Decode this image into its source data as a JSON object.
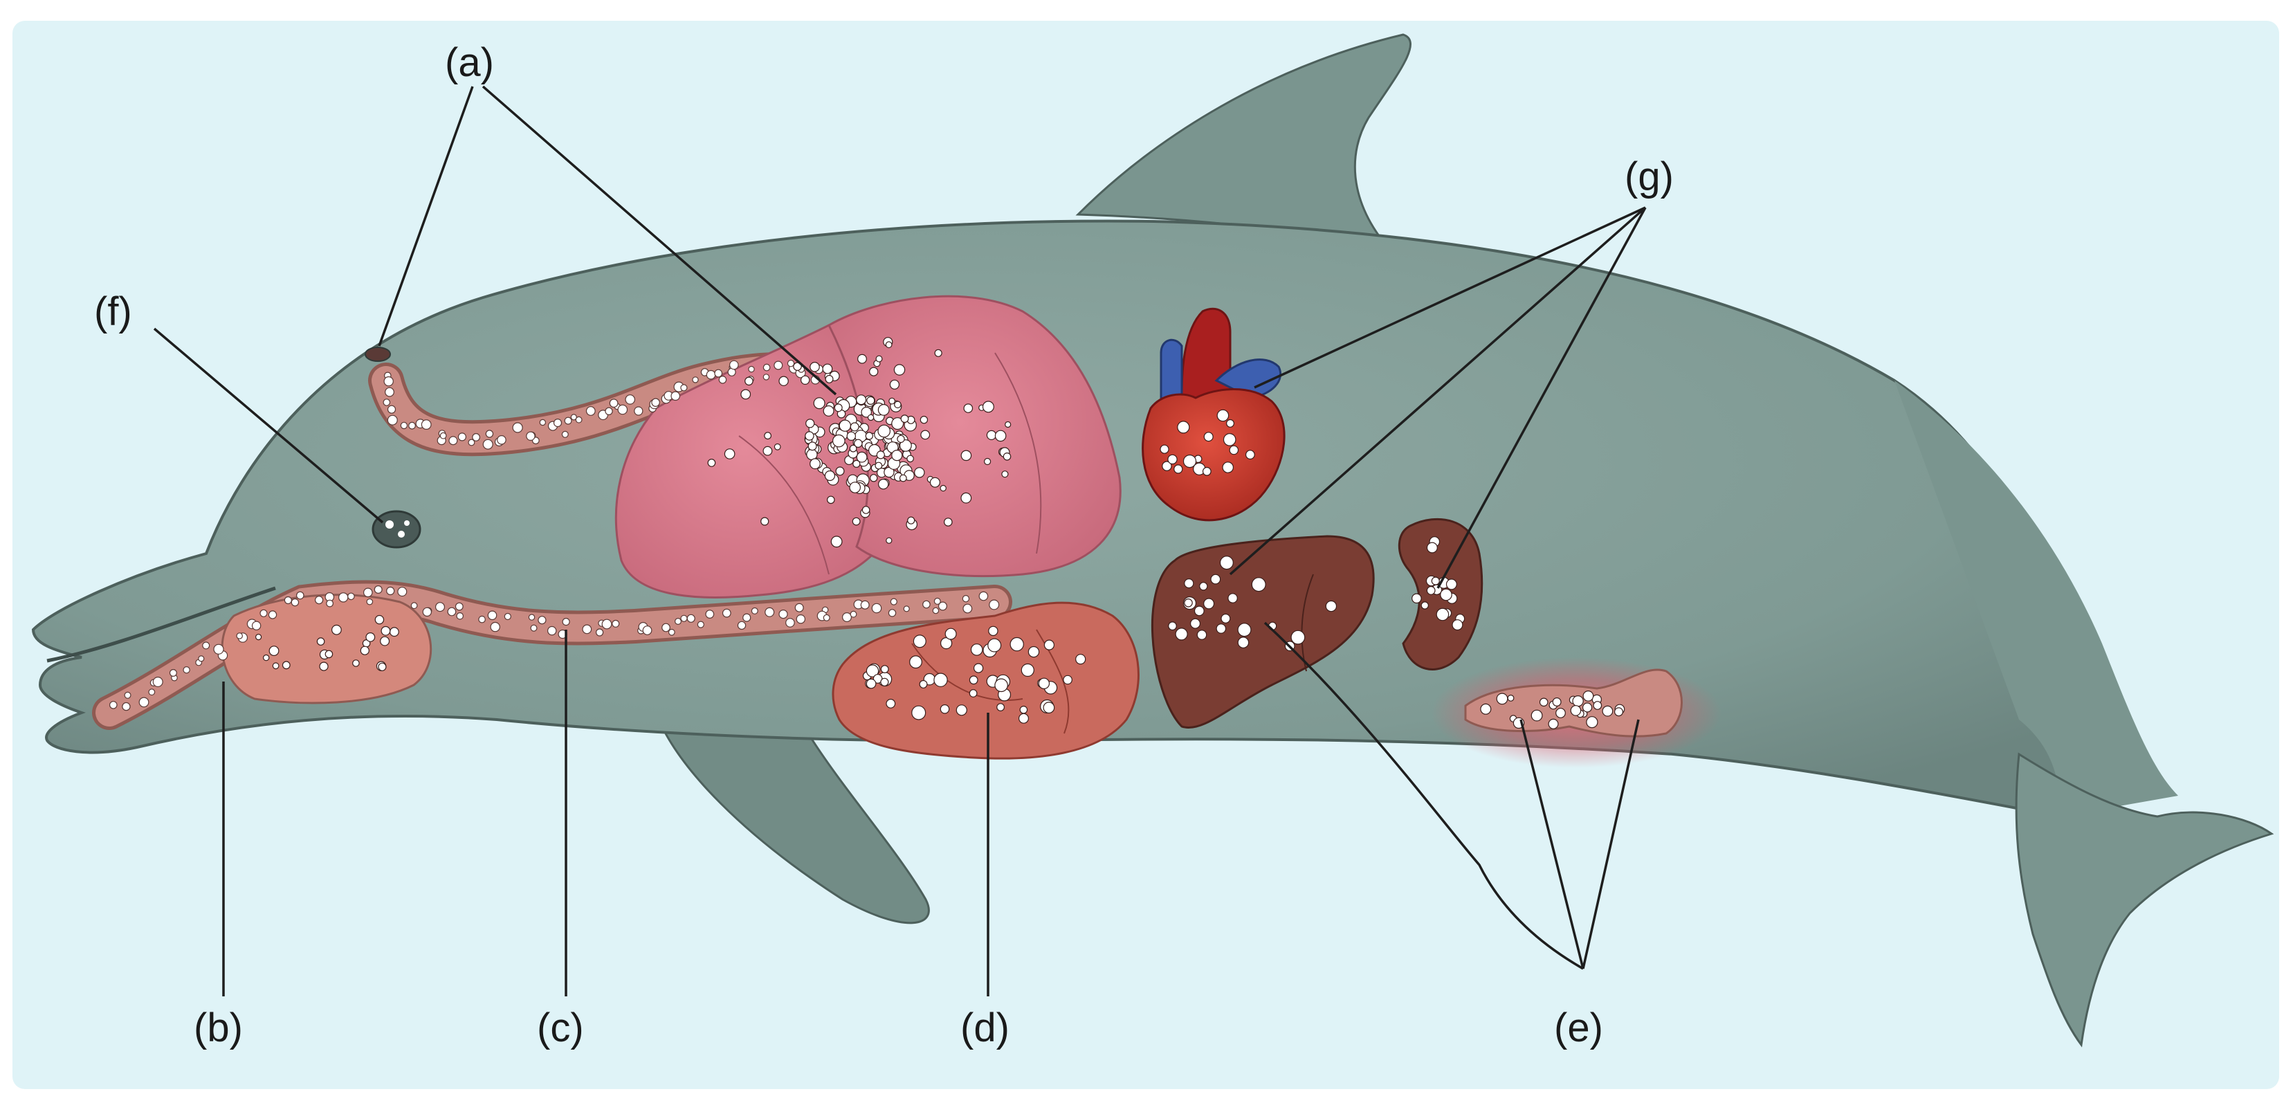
{
  "colors": {
    "background": "#dff3f7",
    "dolphin_body": "#7f9a94",
    "dolphin_belly": "#95aca6",
    "dolphin_outline": "#4d605c",
    "lung": "#d97a8c",
    "heart": "#c83a2e",
    "heart_vessel_red": "#a91f1f",
    "heart_vessel_blue": "#3d5fb0",
    "liver": "#7a3d33",
    "kidney": "#7a3d33",
    "stomach": "#c96a5e",
    "tract": "#c98a82",
    "tract_wall": "#8f5a52",
    "inflamed_glow": "#e05a6a",
    "bead": "#ffffff",
    "label_text": "#1a1a1a",
    "leader_line": "#1e1e1e"
  },
  "icons": {
    "particles": "white-bead-icon",
    "eye": "eye-icon",
    "blowhole": "blowhole-icon"
  },
  "labels": {
    "a": "(a)",
    "b": "(b)",
    "c": "(c)",
    "d": "(d)",
    "e": "(e)",
    "f": "(f)",
    "g": "(g)"
  }
}
